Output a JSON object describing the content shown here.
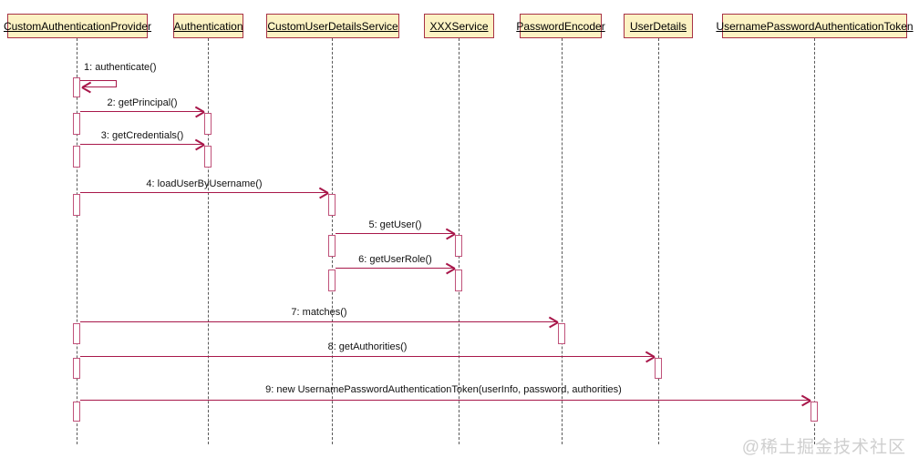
{
  "diagram": {
    "type": "uml-sequence-diagram",
    "colors": {
      "participant_fill": "#FCF2C3",
      "participant_border": "#A83246",
      "arrow": "#A8174A",
      "activation_border": "#C0527A",
      "lifeline": "#5a5a5a",
      "watermark": "#cfcfcf"
    },
    "participants": [
      {
        "label": "CustomAuthenticationProvider"
      },
      {
        "label": "Authentication"
      },
      {
        "label": "CustomUserDetailsService"
      },
      {
        "label": "XXXService"
      },
      {
        "label": "PasswordEncoder"
      },
      {
        "label": "UserDetails"
      },
      {
        "label": "UsernamePasswordAuthenticationToken"
      }
    ],
    "messages": [
      {
        "seq": 1,
        "text": "1: authenticate()",
        "from": "CustomAuthenticationProvider",
        "to": "CustomAuthenticationProvider",
        "self_call": true
      },
      {
        "seq": 2,
        "text": "2: getPrincipal()",
        "from": "CustomAuthenticationProvider",
        "to": "Authentication",
        "self_call": false
      },
      {
        "seq": 3,
        "text": "3: getCredentials()",
        "from": "CustomAuthenticationProvider",
        "to": "Authentication",
        "self_call": false
      },
      {
        "seq": 4,
        "text": "4: loadUserByUsername()",
        "from": "CustomAuthenticationProvider",
        "to": "CustomUserDetailsService",
        "self_call": false
      },
      {
        "seq": 5,
        "text": "5: getUser()",
        "from": "CustomUserDetailsService",
        "to": "XXXService",
        "self_call": false
      },
      {
        "seq": 6,
        "text": "6: getUserRole()",
        "from": "CustomUserDetailsService",
        "to": "XXXService",
        "self_call": false
      },
      {
        "seq": 7,
        "text": "7: matches()",
        "from": "CustomAuthenticationProvider",
        "to": "PasswordEncoder",
        "self_call": false
      },
      {
        "seq": 8,
        "text": "8: getAuthorities()",
        "from": "CustomAuthenticationProvider",
        "to": "UserDetails",
        "self_call": false
      },
      {
        "seq": 9,
        "text": "9: new UsernamePasswordAuthenticationToken(userInfo, password, authorities)",
        "from": "CustomAuthenticationProvider",
        "to": "UsernamePasswordAuthenticationToken",
        "self_call": false
      }
    ],
    "watermark": "@稀土掘金技术社区"
  }
}
